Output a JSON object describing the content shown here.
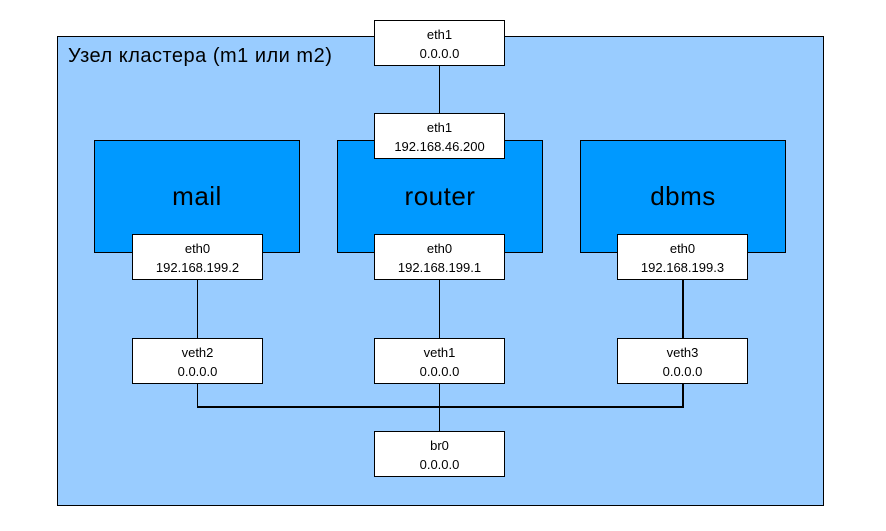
{
  "title": "Узел кластера (m1 или m2)",
  "colors": {
    "page_background": "#FFFFFF",
    "host_fill": "#99CCFF",
    "host_border": "#000000",
    "container_fill": "#0099FF",
    "interface_box_fill": "#FFFFFF",
    "line": "#000000",
    "text": "#000000"
  },
  "containers": {
    "mail": "mail",
    "router": "router",
    "dbms": "dbms"
  },
  "interfaces": {
    "eth1_outer": {
      "name": "eth1",
      "address": "0.0.0.0"
    },
    "eth1_host": {
      "name": "eth1",
      "address": "192.168.46.200"
    },
    "eth0_mail": {
      "name": "eth0",
      "address": "192.168.199.2"
    },
    "eth0_router": {
      "name": "eth0",
      "address": "192.168.199.1"
    },
    "eth0_dbms": {
      "name": "eth0",
      "address": "192.168.199.3"
    },
    "veth2": {
      "name": "veth2",
      "address": "0.0.0.0"
    },
    "veth1": {
      "name": "veth1",
      "address": "0.0.0.0"
    },
    "veth3": {
      "name": "veth3",
      "address": "0.0.0.0"
    },
    "br0": {
      "name": "br0",
      "address": "0.0.0.0"
    }
  }
}
